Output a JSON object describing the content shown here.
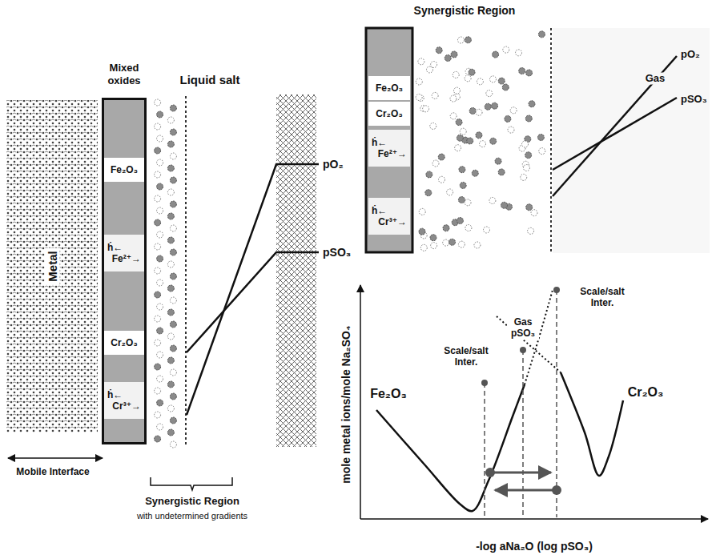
{
  "diagram": {
    "nodes": [
      {
        "text": [
          "Metal"
        ]
      },
      {
        "text": [
          "Mixed oxides"
        ]
      },
      {
        "text": [
          "Fe₂O₃"
        ],
        "in": 1
      },
      {
        "text": [
          "ḣ←",
          "Fe²⁺→"
        ],
        "in": 1
      },
      {
        "text": [
          "Cr₂O₃"
        ],
        "in": 1
      },
      {
        "text": [
          "ḣ←",
          "Cr³⁺→"
        ],
        "in": 1
      },
      {
        "text": [
          "Fe₂O₃"
        ]
      },
      {
        "text": [
          "Cr₂O₃"
        ]
      },
      {
        "text": [
          "ḣ←",
          "Fe²⁺→"
        ]
      },
      {
        "text": [
          "ḣ←",
          "Cr³⁺→"
        ]
      }
    ],
    "labels": [
      "Liquid salt",
      "pO₂",
      "pSO₃",
      "Mobile Interface",
      "Synergistic Region",
      "with undetermined gradients",
      "Synergistic Region",
      "pO₂",
      "Gas",
      "pSO₃",
      "mole metal ions/mole Na₂SO₄",
      "-log aNa₂O (log pSO₃)",
      "Fe₂O₃",
      "Cr₂O₃",
      "Scale/salt Inter.",
      "Gas pSO₃",
      "Scale/salt Inter."
    ]
  }
}
